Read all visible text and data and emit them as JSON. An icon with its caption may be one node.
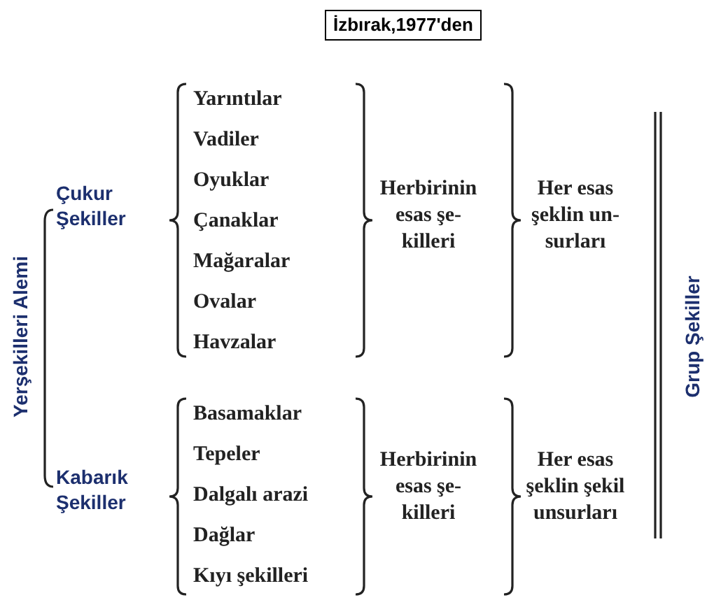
{
  "diagram": {
    "nodes": [
      {
        "text": [
          "İzbırak,1977'den"
        ]
      }
    ],
    "labels": [
      "Yerşekilleri Alemi",
      "Çukur Şekiller",
      "Yarıntılar",
      "Vadiler",
      "Oyuklar",
      "Çanaklar",
      "Mağaralar",
      "Ovalar",
      "Havzalar",
      "Herbirinin esas şe- killeri",
      "Her esas şeklin un- surları",
      "Grup Şekiller",
      "Kabarık Şekiller",
      "Basamaklar",
      "Tepeler",
      "Dalgalı arazi",
      "Dağlar",
      "Kıyı şekilleri",
      "Herbirinin esas şe- killeri",
      "Her esas şeklin şekil unsurları"
    ]
  }
}
